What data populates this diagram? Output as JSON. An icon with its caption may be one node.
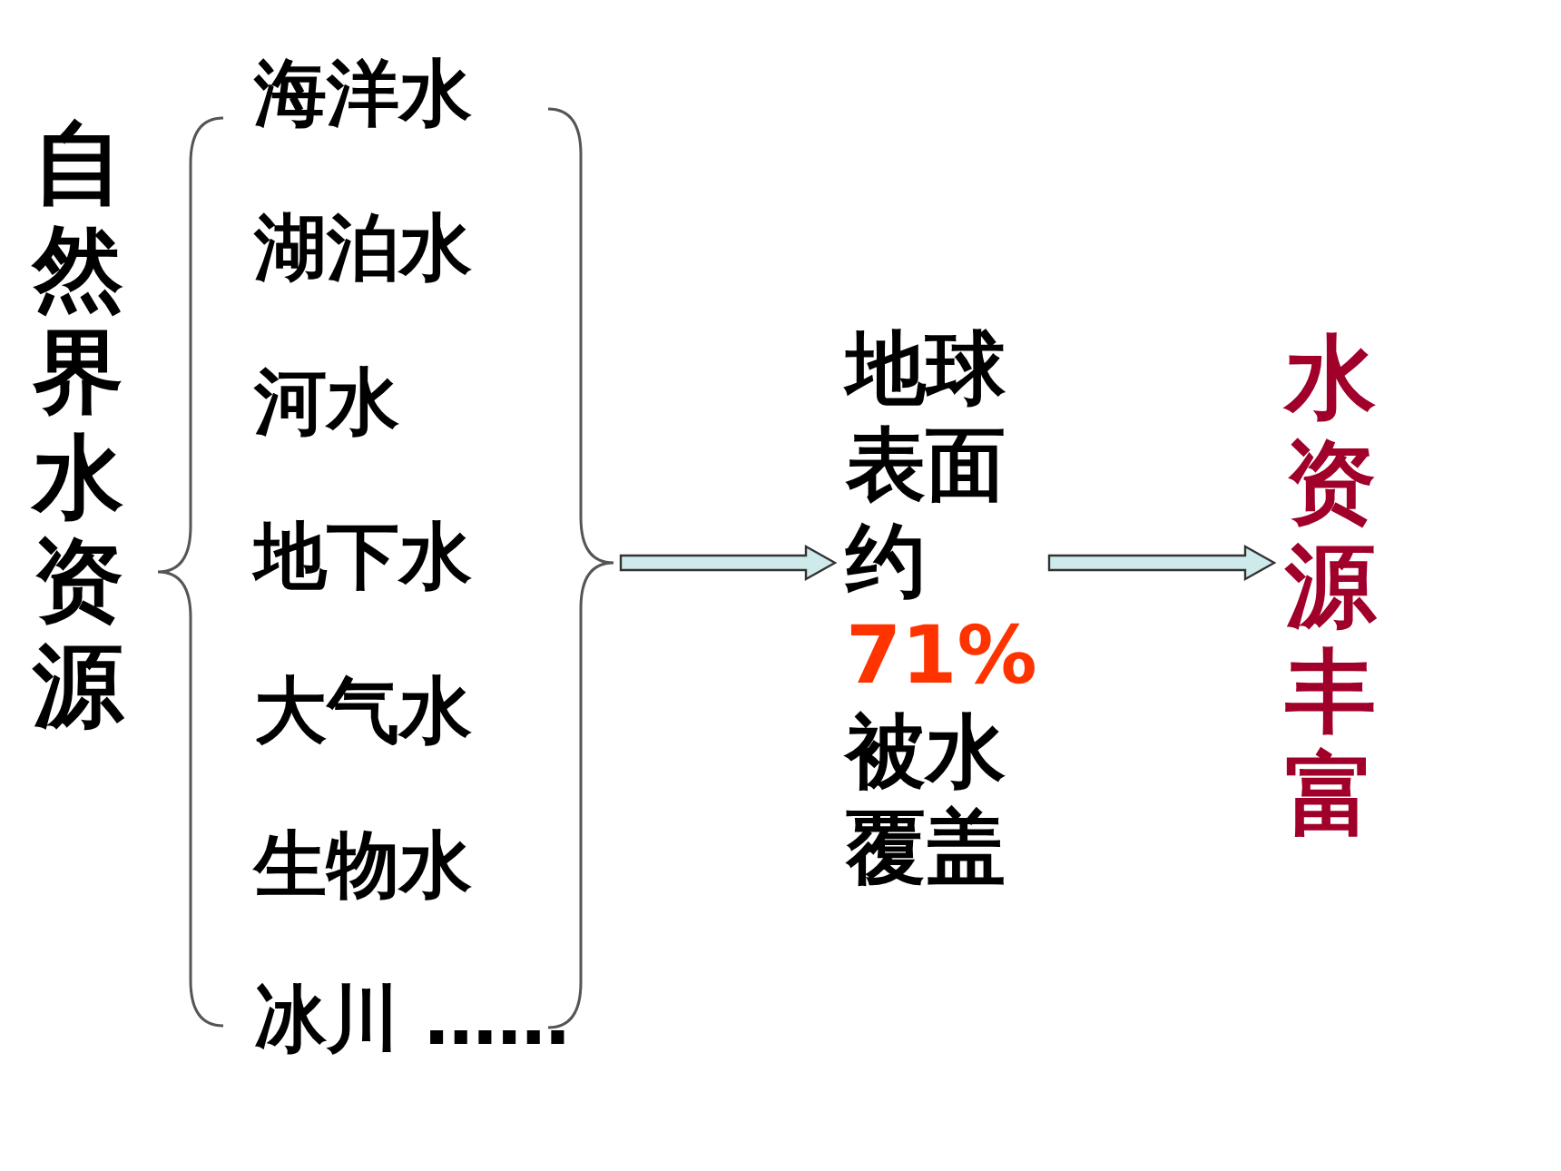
{
  "diagram": {
    "nodes": [
      {
        "text": [
          "自然界水资源"
        ]
      },
      {
        "text": [
          "海洋水"
        ]
      },
      {
        "text": [
          "湖泊水"
        ]
      },
      {
        "text": [
          "河水"
        ]
      },
      {
        "text": [
          "地下水"
        ]
      },
      {
        "text": [
          "大气水"
        ]
      },
      {
        "text": [
          "生物水"
        ]
      },
      {
        "text": [
          "冰川 ……"
        ]
      },
      {
        "text": [],
        "shape": "brace"
      },
      {
        "text": [
          "地球表面约",
          "71%",
          "被水覆盖"
        ]
      },
      {
        "text": [
          "水资源丰富"
        ]
      }
    ],
    "edges": [
      {
        "from": 8,
        "to": 9,
        "arrow": "to"
      },
      {
        "from": 9,
        "to": 10,
        "arrow": "to"
      }
    ]
  }
}
